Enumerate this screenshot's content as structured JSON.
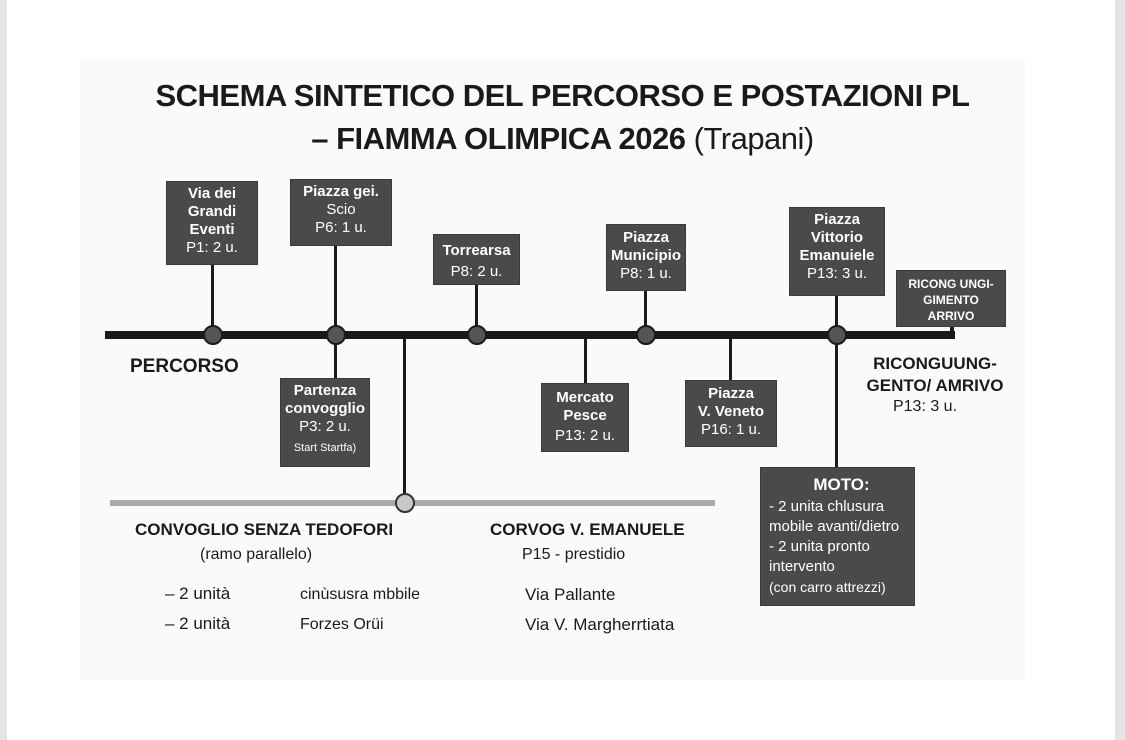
{
  "title": {
    "line1": "SCHEMA SINTETICO DEL PERCORSO E POSTAZIONI PL",
    "line2_bold": "– FIAMMA OLIMPICA 2026",
    "line2_light": "(Trapani)"
  },
  "route_label": "PERCORSO",
  "stations_above": [
    {
      "name_lines": [
        "Via dei",
        "Grandi",
        "Eventi"
      ],
      "post": "P1: 2 u."
    },
    {
      "name_lines": [
        "Piazza gei.",
        "Scio"
      ],
      "post": "P6: 1 u."
    },
    {
      "name_lines": [
        "Torrearsa"
      ],
      "post": "P8: 2 u."
    },
    {
      "name_lines": [
        "Piazza",
        "Municipio"
      ],
      "post": "P8: 1 u."
    },
    {
      "name_lines": [
        "Piazza",
        "Vittorio",
        "Emanuiele"
      ],
      "post": "P13: 3 u."
    }
  ],
  "stations_below": [
    {
      "name_lines": [
        "Partenza",
        "convogglio"
      ],
      "post": "P3: 2 u.",
      "note": "Start Startfa)"
    },
    {
      "name_lines": [
        "Mercato",
        "Pesce"
      ],
      "post": "P13: 2 u."
    },
    {
      "name_lines": [
        "Piazza",
        "V. Veneto"
      ],
      "post": "P16: 1 u."
    }
  ],
  "arrival_box": [
    "RICONG UNGI-",
    "GIMENTO",
    "ARRIVO"
  ],
  "arrival_text": {
    "line1": "RICONGUUNG-",
    "line2": "GENTO/ AMRIVO",
    "post": "P13: 3 u."
  },
  "moto": {
    "title": "MOTO:",
    "lines": [
      "- 2 unita chlusura",
      "mobile avanti/dietro",
      "- 2 unita pronto",
      "intervento",
      "(con carro attrezzi)"
    ]
  },
  "convoy": {
    "title": "CONVOGLIO SENZA TEDOFORI",
    "subtitle": "(ramo parallelo)",
    "rows": [
      {
        "count": "– 2 unità",
        "desc": "cinùsusra mbbile"
      },
      {
        "count": "– 2 unità",
        "desc": "Forzes Orüi"
      }
    ]
  },
  "corvog": {
    "title": "CORVOG V. EMANUELE",
    "subtitle": "P15 - prestidio",
    "streets": [
      "Via Pallante",
      "Via V. Margherrtiata"
    ]
  }
}
